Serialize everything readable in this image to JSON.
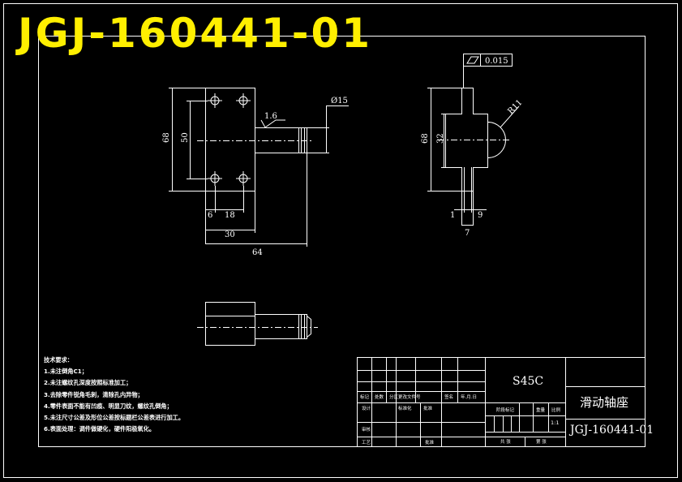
{
  "drawing_number": "JGJ-160441-01",
  "material": "S45C",
  "part_name": "滑动轴座",
  "scale": "1:1",
  "notes": {
    "heading": "技术要求：",
    "items": [
      "1.未注倒角C1；",
      "2.未注螺纹孔深度按照标准加工；",
      "3.去除零件锐角毛刺，清除孔内异物；",
      "4.零件表面不能有凹痕、明显刀纹，螺纹孔倒角；",
      "5.未注尺寸公差及形位公差按标题栏公差表进行加工。",
      "6.表面处理：调件做硬化，硬件阳极氧化。"
    ]
  },
  "dimensions": {
    "front_height": "68",
    "front_hole_spacing_v": "50",
    "shaft_diameter": "Ø15",
    "surface_roughness": "1.6",
    "edge_offset": "6",
    "hole_spacing_h": "18",
    "block_width": "30",
    "total_length": "64",
    "side_height": "68",
    "slot_height": "32",
    "radius": "R11",
    "flatness": "0.015",
    "left_step": "1",
    "right_step": "9",
    "bottom_width": "7"
  },
  "title_block": {
    "row_labels": [
      "标记",
      "处数",
      "分区",
      "更改文件号",
      "签名",
      "年.月.日"
    ],
    "designer": "设计",
    "standardization": "标准化",
    "approval": "批准",
    "review": "审核",
    "process": "工艺",
    "stage_mark": "阶段标记",
    "weight": "重量",
    "ratio": "比例",
    "sheet_total": "共 张",
    "sheet": "第 张"
  }
}
